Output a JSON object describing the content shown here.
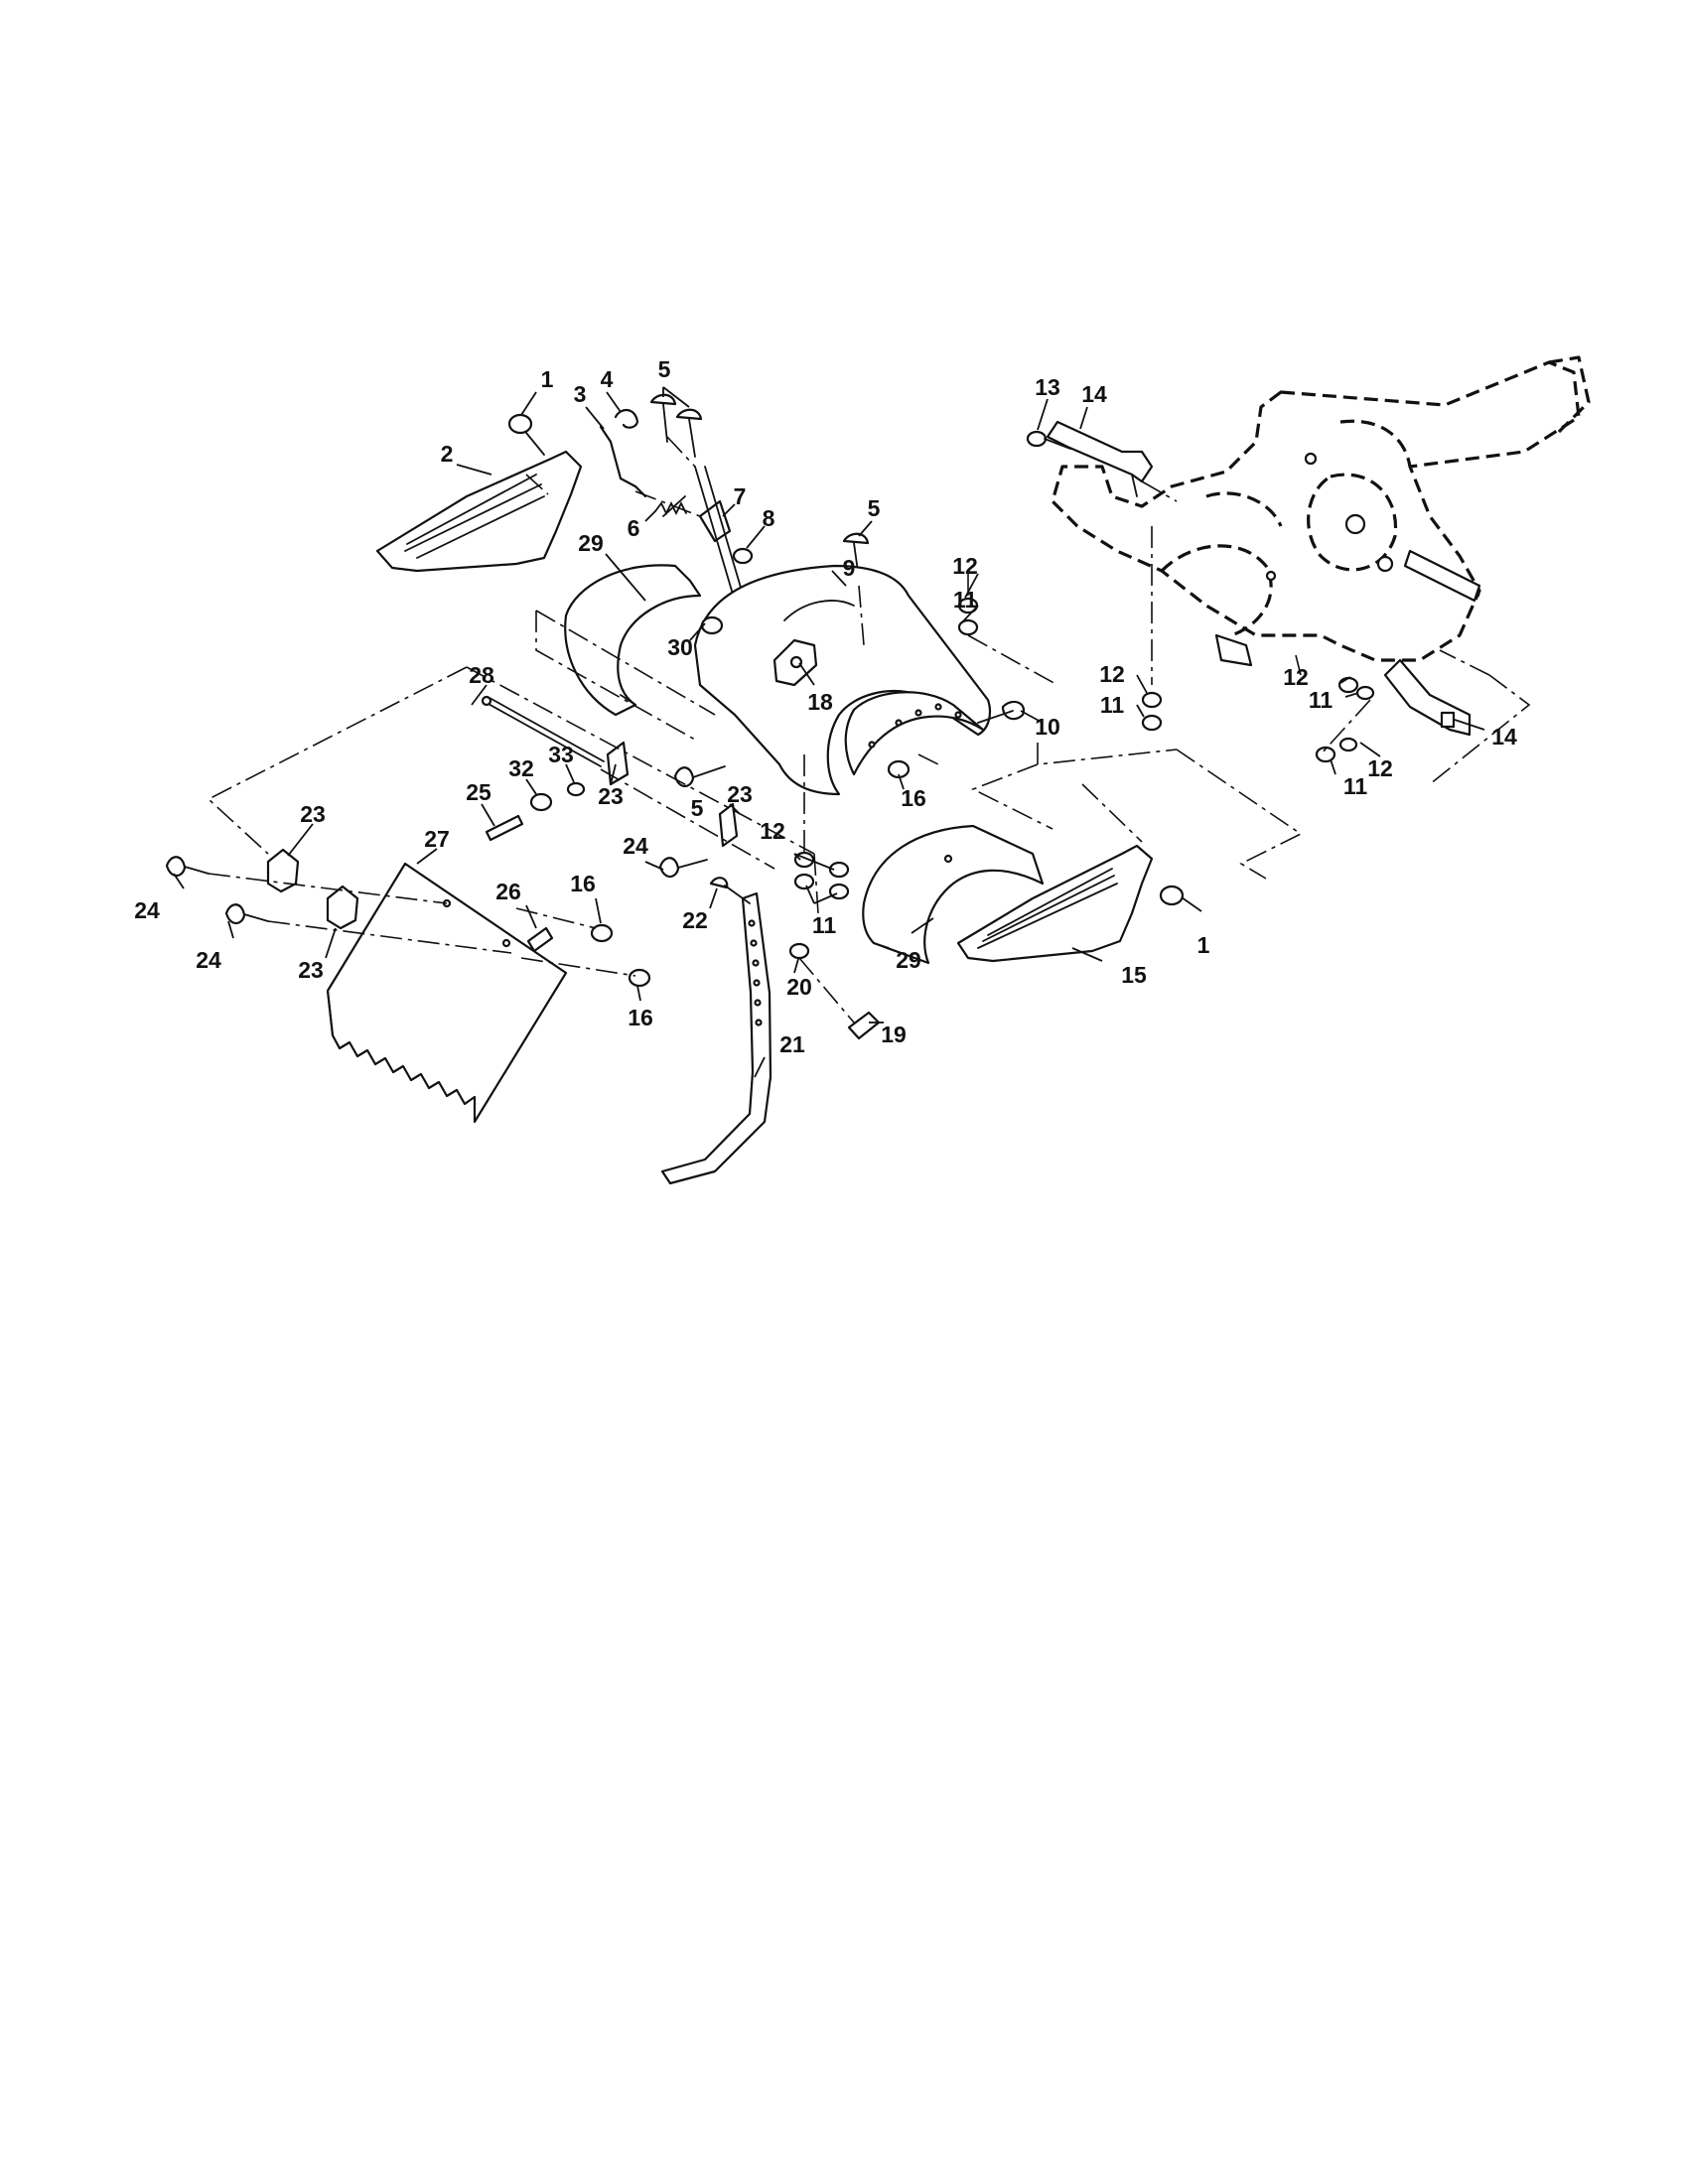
{
  "diagram": {
    "type": "exploded-parts-diagram",
    "callouts": [
      "1",
      "2",
      "3",
      "4",
      "5",
      "5",
      "6",
      "7",
      "8",
      "5",
      "9",
      "12",
      "11",
      "13",
      "14",
      "29",
      "30",
      "18",
      "10",
      "12",
      "11",
      "12",
      "11",
      "14",
      "12",
      "11",
      "28",
      "33",
      "32",
      "25",
      "23",
      "5",
      "23",
      "16",
      "23",
      "24",
      "12",
      "11",
      "24",
      "23",
      "27",
      "26",
      "16",
      "22",
      "24",
      "23",
      "16",
      "20",
      "19",
      "29",
      "15",
      "1",
      "21"
    ]
  }
}
